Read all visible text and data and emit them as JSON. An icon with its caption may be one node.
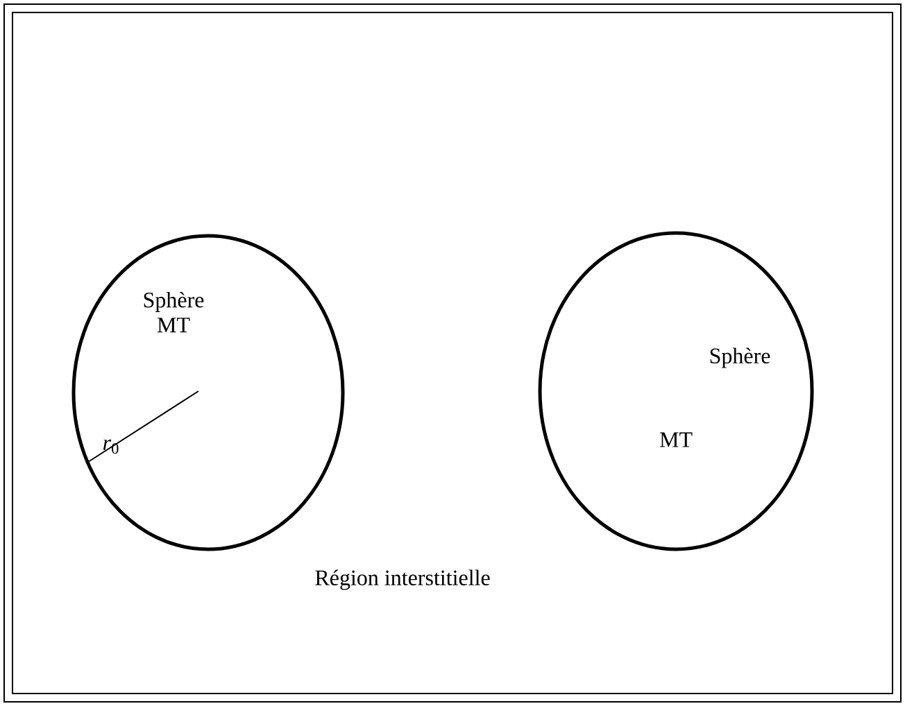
{
  "diagram": {
    "nodes": [
      {
        "text": [
          "Sphère MT"
        ]
      },
      {
        "text": [
          "Sphère",
          "MT"
        ]
      }
    ],
    "labels": [
      "*r*$_{0}$",
      "Région interstitielle"
    ]
  }
}
